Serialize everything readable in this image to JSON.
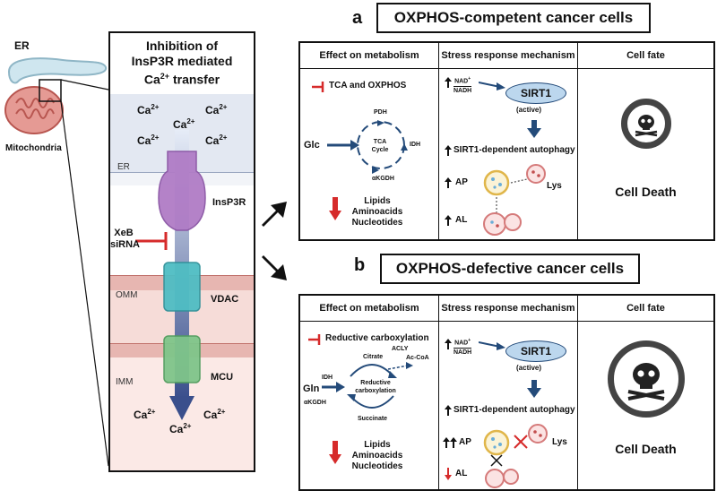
{
  "left_panel": {
    "er_label": "ER",
    "mito_label": "Mitochondria",
    "title_line1": "Inhibition of",
    "title_line2": "InsP3R mediated",
    "title_line3": "Ca",
    "title_line3_sup": "2+",
    "title_line3_end": " transfer",
    "ca": "Ca",
    "ca_sup": "2+",
    "er_region": "ER",
    "insp3r": "InsP3R",
    "inhibitor_line1": "XeB",
    "inhibitor_line2": "siRNA",
    "omm": "OMM",
    "vdac": "VDAC",
    "imm": "IMM",
    "mcu": "MCU"
  },
  "panel_a": {
    "letter": "a",
    "title": "OXPHOS-competent  cancer cells",
    "headers": [
      "Effect on metabolism",
      "Stress response mechanism",
      "Cell fate"
    ],
    "inhibit_label": "TCA and OXPHOS",
    "substrate": "Glc",
    "cycle_center_1": "TCA",
    "cycle_center_2": "Cycle",
    "enzyme_pdh": "PDH",
    "enzyme_idh": "IDH",
    "enzyme_akgdh": "αKGDH",
    "products": [
      "Lipids",
      "Aminoacids",
      "Nucleotides"
    ],
    "nad_num": "NAD",
    "nad_sup": "+",
    "nad_den": "NADH",
    "sirt1": "SIRT1",
    "active": "(active)",
    "autophagy": "SIRT1-dependent autophagy",
    "ap": "AP",
    "lys": "Lys",
    "al": "AL",
    "fate": "Cell Death"
  },
  "panel_b": {
    "letter": "b",
    "title": "OXPHOS-defective cancer cells",
    "headers": [
      "Effect on metabolism",
      "Stress response mechanism",
      "Cell fate"
    ],
    "inhibit_label": "Reductive carboxylation",
    "substrate": "Gln",
    "cycle_center_1": "Reductive",
    "cycle_center_2": "carboxylation",
    "enzyme_idh": "IDH",
    "enzyme_akgdh": "αKGDH",
    "citrate": "Citrate",
    "acly": "ACLY",
    "accoa": "Ac-CoA",
    "succinate": "Succinate",
    "products": [
      "Lipids",
      "Aminoacids",
      "Nucleotides"
    ],
    "nad_num": "NAD",
    "nad_sup": "+",
    "nad_den": "NADH",
    "sirt1": "SIRT1",
    "active": "(active)",
    "autophagy": "SIRT1-dependent autophagy",
    "ap": "AP",
    "lys": "Lys",
    "al": "AL",
    "fate": "Cell Death"
  },
  "colors": {
    "inhibit_red": "#d62b2b",
    "arrow_blue": "#244b7a",
    "sirt_fill": "#bcd7ee",
    "receptor_purple": "#b07cc6",
    "vdac_teal": "#4fbdc3",
    "mcu_green": "#7fc58a",
    "mito_pink": "#f1c6c2"
  }
}
